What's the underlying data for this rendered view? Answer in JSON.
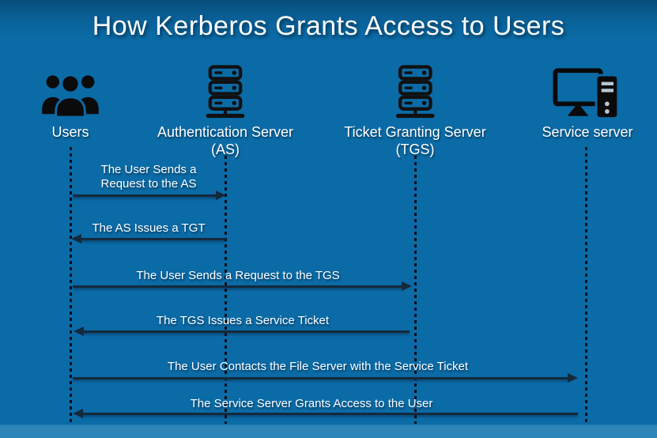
{
  "title": "How Kerberos Grants Access to Users",
  "diagram_type": "sequence",
  "colors": {
    "background": "#0b6ba6",
    "background_bottom_strip": "#2e86b8",
    "title_text": "#ffffff",
    "label_text": "#ffffff",
    "icon_fill": "#0b0b0b",
    "arrow": "#14293c",
    "lifeline": "#0a0f1a"
  },
  "actors": [
    {
      "name": "Users",
      "sublabel": "",
      "icon": "users-group-icon"
    },
    {
      "name": "Authentication Server",
      "sublabel": "(AS)",
      "icon": "server-icon"
    },
    {
      "name": "Ticket Granting Server",
      "sublabel": "(TGS)",
      "icon": "server-icon"
    },
    {
      "name": "Service server",
      "sublabel": "",
      "icon": "computer-icon"
    }
  ],
  "messages": [
    {
      "lines": [
        "The User Sends a",
        "Request to the AS"
      ],
      "from": "Users",
      "to": "Authentication Server (AS)",
      "direction": "right"
    },
    {
      "lines": [
        "The AS Issues a TGT"
      ],
      "from": "Authentication Server (AS)",
      "to": "Users",
      "direction": "left"
    },
    {
      "lines": [
        "The User Sends a Request to the TGS"
      ],
      "from": "Users",
      "to": "Ticket Granting Server (TGS)",
      "direction": "right"
    },
    {
      "lines": [
        "The TGS Issues a Service Ticket"
      ],
      "from": "Ticket Granting Server (TGS)",
      "to": "Users",
      "direction": "left"
    },
    {
      "lines": [
        "The User Contacts the File Server with the Service Ticket"
      ],
      "from": "Users",
      "to": "Service server",
      "direction": "right"
    },
    {
      "lines": [
        "The Service Server Grants Access to the User"
      ],
      "from": "Service server",
      "to": "Users",
      "direction": "left"
    }
  ]
}
